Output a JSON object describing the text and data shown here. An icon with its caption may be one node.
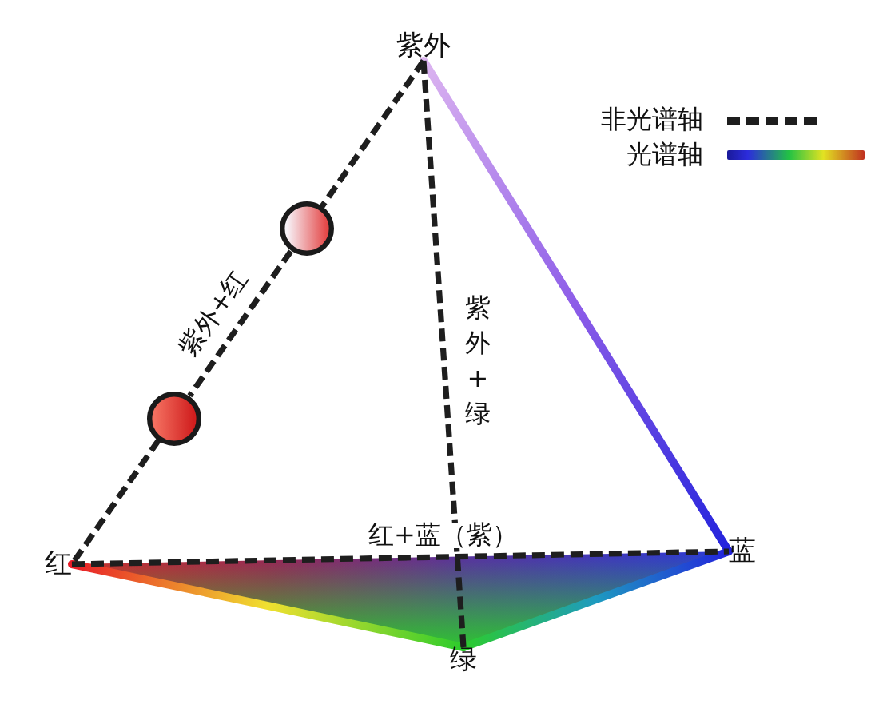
{
  "diagram": {
    "nodes": [
      {
        "text": [
          "紫外"
        ]
      },
      {
        "text": [],
        "shape": "circle"
      },
      {
        "text": [],
        "shape": "circle"
      },
      {
        "text": [
          "红"
        ]
      },
      {
        "text": [
          "蓝"
        ]
      },
      {
        "text": [
          "绿"
        ]
      }
    ],
    "edges": [
      {
        "from": 0,
        "to": 1,
        "arrow": "none",
        "style": "dashed"
      },
      {
        "from": 1,
        "to": 2,
        "arrow": "none",
        "style": "dashed",
        "label": "紫外+红"
      },
      {
        "from": 2,
        "to": 3,
        "arrow": "none",
        "style": "dashed"
      },
      {
        "from": 0,
        "to": 5,
        "arrow": "none",
        "style": "dashed",
        "label": "紫外+绿"
      },
      {
        "from": 0,
        "to": 4,
        "arrow": "none",
        "color": "#8c5ce8"
      },
      {
        "from": 3,
        "to": 4,
        "arrow": "none",
        "style": "dashed",
        "label": "红+蓝（紫）"
      },
      {
        "from": 3,
        "to": 5,
        "arrow": "none",
        "color": "#f0e030"
      },
      {
        "from": 5,
        "to": 4,
        "arrow": "none",
        "color": "#1e9ac0"
      }
    ],
    "legend": [
      {
        "text": "非光谱轴"
      },
      {
        "text": "光谱轴"
      }
    ]
  }
}
